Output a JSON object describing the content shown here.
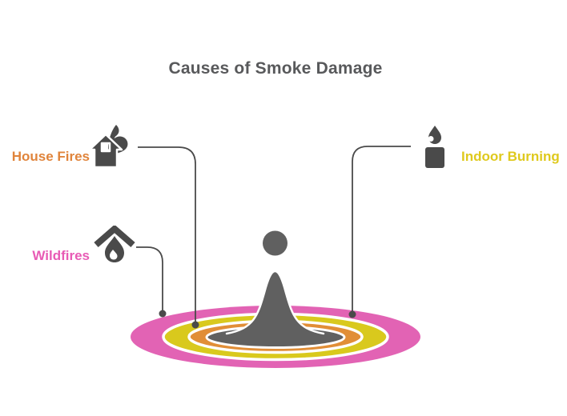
{
  "title": {
    "text": "Causes of Smoke Damage",
    "color": "#58595B"
  },
  "items": [
    {
      "id": "house-fires",
      "label": "House Fires",
      "label_color": "#E0843B",
      "icon": "house-fire-icon",
      "connected_ring": "orange"
    },
    {
      "id": "wildfires",
      "label": "Wildfires",
      "label_color": "#E85BB5",
      "icon": "wildfire-icon",
      "connected_ring": "pink"
    },
    {
      "id": "indoor-burning",
      "label": "Indoor Burning",
      "label_color": "#DFC91D",
      "icon": "candle-icon",
      "connected_ring": "yellow"
    }
  ],
  "center_figure": {
    "person_color": "#606060",
    "rings": [
      {
        "name": "pink",
        "color": "#E263B4"
      },
      {
        "name": "yellow",
        "color": "#D9C91D"
      },
      {
        "name": "orange",
        "color": "#E18E37"
      },
      {
        "name": "center",
        "color": "#606060"
      }
    ]
  },
  "connector": {
    "color": "#4A4A4A"
  },
  "icon_color": "#4A4A4A",
  "background": "#FFFFFF"
}
